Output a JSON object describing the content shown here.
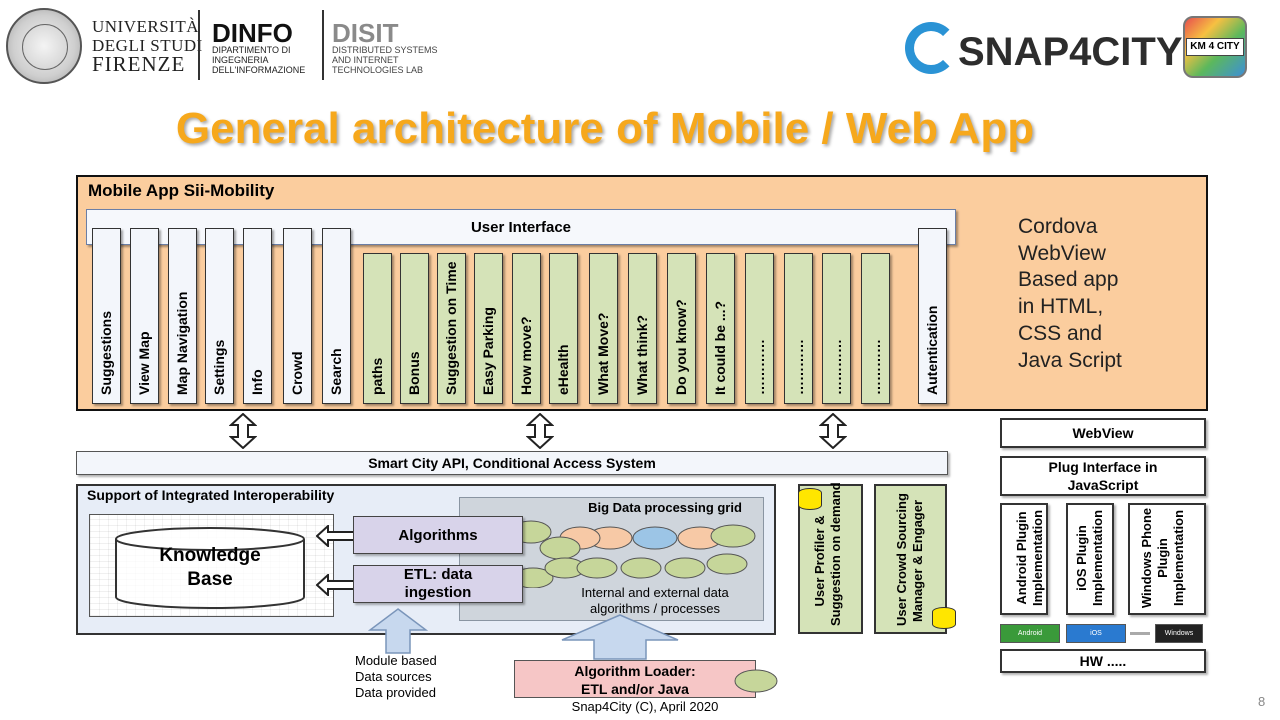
{
  "header": {
    "university_line1": "UNIVERSITÀ",
    "university_line2": "DEGLI STUDI",
    "university_line3": "FIRENZE",
    "dinfo_title": "DINFO",
    "dinfo_sub1": "DIPARTIMENTO DI",
    "dinfo_sub2": "INGEGNERIA",
    "dinfo_sub3": "DELL'INFORMAZIONE",
    "disit_title": "DISIT",
    "disit_sub1": "DISTRIBUTED SYSTEMS",
    "disit_sub2": "AND INTERNET",
    "disit_sub3": "TECHNOLOGIES LAB",
    "snap_logo": "SNAP4CITY",
    "km4_logo": "KM 4 CITY"
  },
  "title": "General architecture of Mobile / Web App",
  "mobile_app": {
    "title": "Mobile App Sii-Mobility",
    "user_interface": "User Interface",
    "white_modules": [
      "Suggestions",
      "View Map",
      "Map Navigation",
      "Settings",
      "Info",
      "Crowd",
      "Search"
    ],
    "green_modules": [
      "paths",
      "Bonus",
      "Suggestion on Time",
      "Easy Parking",
      "How move?",
      "eHealth",
      "What Move?",
      "What think?",
      "Do you know?",
      "It could be ...?",
      "…………",
      "…………",
      "…………",
      "…………"
    ],
    "auth": "Autentication",
    "cordova": [
      "Cordova",
      "WebView",
      "Based app",
      "in HTML,",
      "CSS and",
      "Java Script"
    ]
  },
  "api": "Smart City API, Conditional Access System",
  "support": {
    "title": "Support of  Integrated Interoperability",
    "kb_line1": "Knowledge",
    "kb_line2": "Base",
    "algorithms": "Algorithms",
    "etl_line1": "ETL: data",
    "etl_line2": "ingestion",
    "bdp_title": "Big Data processing grid",
    "bdp_sub1": "Internal and external data",
    "bdp_sub2": "algorithms / processes"
  },
  "profiler": [
    "User Profiler &",
    "Suggestion on demand"
  ],
  "crowd_manager": [
    "User Crowd Sourcing",
    "Manager & Engager"
  ],
  "module_sources": [
    "Module based",
    "Data sources",
    "Data provided"
  ],
  "loader": [
    "Algorithm Loader:",
    "ETL and/or Java"
  ],
  "right": {
    "webview": "WebView",
    "plug_line1": "Plug Interface in",
    "plug_line2": "JavaScript",
    "android": [
      "Android Plugin",
      "Implementation"
    ],
    "ios": [
      "iOS Plugin",
      "Implementation"
    ],
    "windows": [
      "Windows Phone",
      "Plugin",
      "Implementation"
    ],
    "badges": [
      "Android",
      "iOS",
      "Windows Phone"
    ],
    "hw": "HW ....."
  },
  "footer": "Snap4City (C), April 2020",
  "page_number": "8",
  "colors": {
    "title": "#f6a81c",
    "mobile_bg": "#fbcd9e",
    "green_module": "#d5e3b8",
    "white_module": "#f3f6fb",
    "support_bg": "#e7edf7",
    "purple_box": "#d8d3ea",
    "loader_bg": "#f6c6c6",
    "snap_blue": "#2a93d5"
  }
}
